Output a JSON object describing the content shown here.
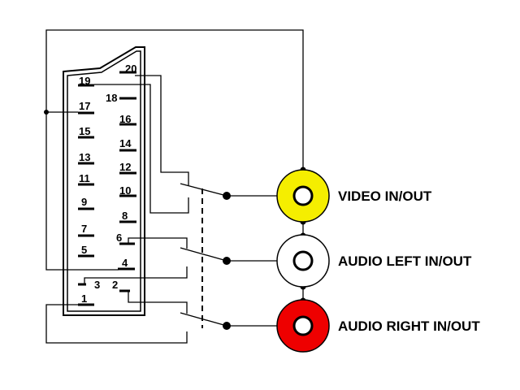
{
  "pins": {
    "p1": "1",
    "p2": "2",
    "p3": "3",
    "p4": "4",
    "p5": "5",
    "p6": "6",
    "p7": "7",
    "p8": "8",
    "p9": "9",
    "p10": "10",
    "p11": "11",
    "p12": "12",
    "p13": "13",
    "p14": "14",
    "p15": "15",
    "p16": "16",
    "p17": "17",
    "p18": "18",
    "p19": "19",
    "p20": "20"
  },
  "connectors": {
    "video": {
      "label": "VIDEO IN/OUT",
      "color": "#f5ee00"
    },
    "audio_left": {
      "label": "AUDIO LEFT IN/OUT",
      "color": "#ffffff"
    },
    "audio_right": {
      "label": "AUDIO RIGHT IN/OUT",
      "color": "#ee0000"
    }
  }
}
